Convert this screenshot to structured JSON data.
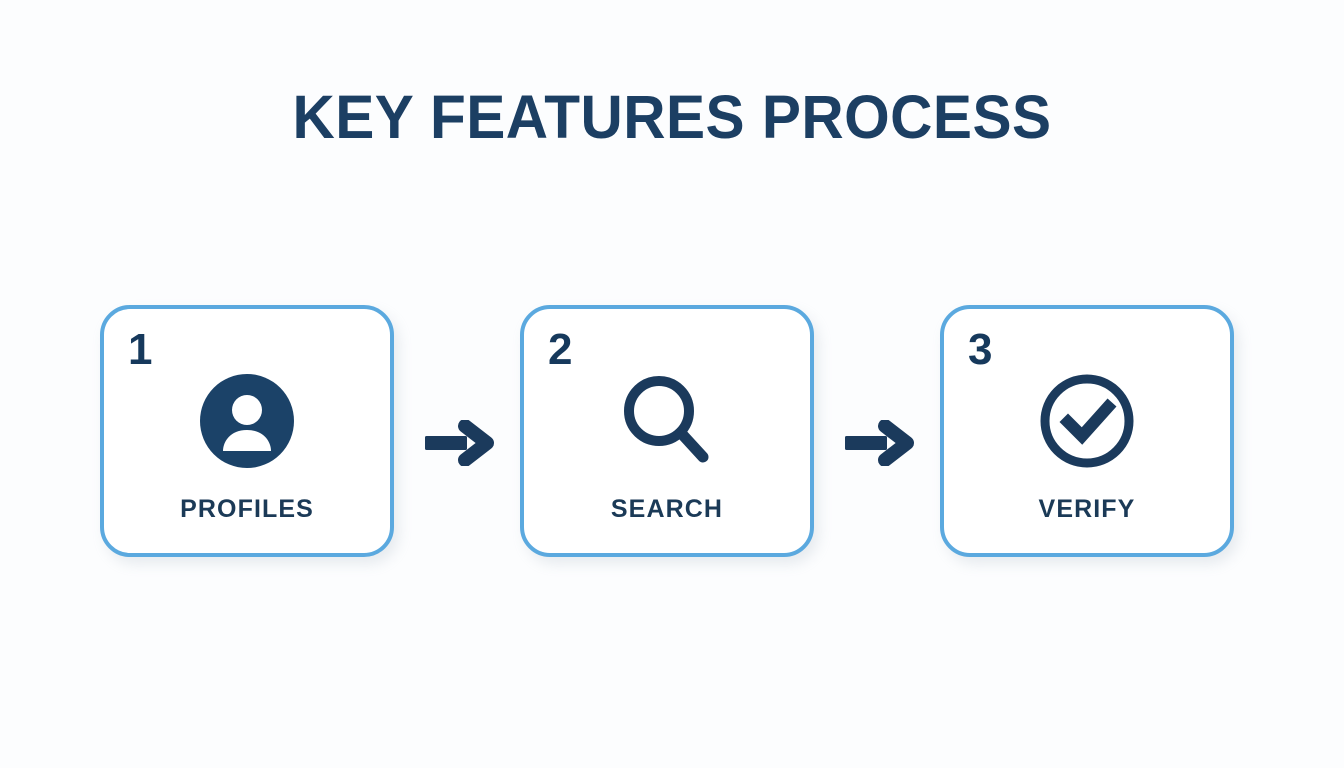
{
  "page": {
    "title": "KEY FEATURES PROCESS",
    "background_color": "#fcfdfe",
    "accent_border_color": "#5ba9df",
    "dark_navy_color": "#16395c",
    "title_color": "#1c3f63"
  },
  "steps": [
    {
      "number": "1",
      "label": "PROFILES",
      "icon": "person-filled-circle-icon",
      "icon_color": "#1b4268"
    },
    {
      "number": "2",
      "label": "SEARCH",
      "icon": "magnifying-glass-icon",
      "icon_color": "#1b3a5c"
    },
    {
      "number": "3",
      "label": "VERIFY",
      "icon": "check-circle-icon",
      "icon_color": "#1b3a5c"
    }
  ],
  "connectors": [
    {
      "icon": "arrow-right-icon",
      "color": "#1b3a5c"
    },
    {
      "icon": "arrow-right-icon",
      "color": "#1b3a5c"
    }
  ]
}
